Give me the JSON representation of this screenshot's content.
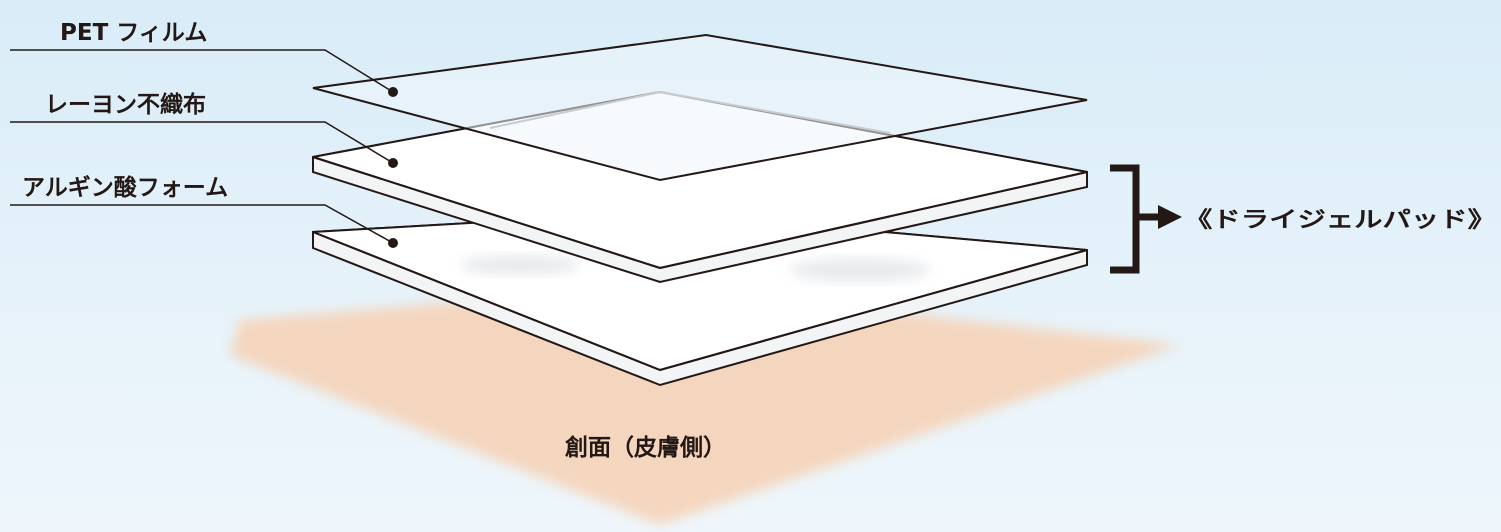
{
  "layers": [
    {
      "id": "pet",
      "label": "PET フィルム"
    },
    {
      "id": "rayon",
      "label": "レーヨン不織布"
    },
    {
      "id": "alginate",
      "label": "アルギン酸フォーム"
    }
  ],
  "bracket_label": "《ドライジェルパッド》",
  "wound_label": "創面（皮膚側）",
  "colors": {
    "skin": "#f6d3b8",
    "layer_fill": "#ffffff",
    "layer_stroke": "#231815",
    "text": "#231815"
  }
}
